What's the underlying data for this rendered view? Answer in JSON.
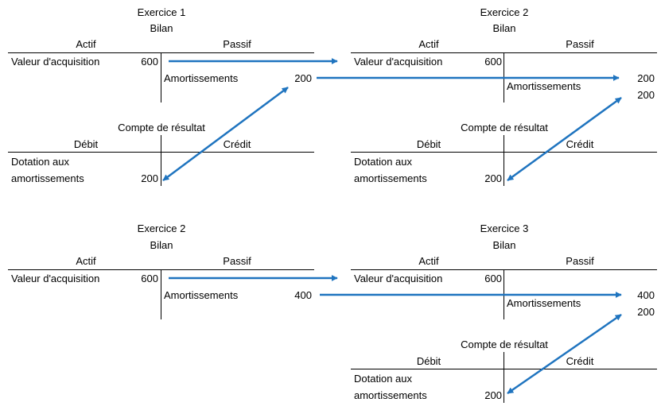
{
  "quadrants": [
    {
      "bilan": {
        "exercice": "Exercice 1",
        "title": "Bilan",
        "actif_header": "Actif",
        "passif_header": "Passif",
        "actif_label": "Valeur d'acquisition",
        "actif_value": "600",
        "passif_label": "Amortissements",
        "passif_value": "200"
      },
      "resultat": {
        "title": "Compte de résultat",
        "debit_header": "Débit",
        "credit_header": "Crédit",
        "line1": "Dotation aux",
        "line2": "amortissements",
        "value": "200"
      }
    },
    {
      "bilan": {
        "exercice": "Exercice 2",
        "title": "Bilan",
        "actif_header": "Actif",
        "passif_header": "Passif",
        "actif_label": "Valeur d'acquisition",
        "actif_value": "600",
        "passif_label": "Amortissements",
        "passif_value1": "200",
        "passif_value2": "200"
      },
      "resultat": {
        "title": "Compte de résultat",
        "debit_header": "Débit",
        "credit_header": "Crédit",
        "line1": "Dotation aux",
        "line2": "amortissements",
        "value": "200"
      }
    },
    {
      "bilan": {
        "exercice": "Exercice 2",
        "title": "Bilan",
        "actif_header": "Actif",
        "passif_header": "Passif",
        "actif_label": "Valeur d'acquisition",
        "actif_value": "600",
        "passif_label": "Amortissements",
        "passif_value": "400"
      }
    },
    {
      "bilan": {
        "exercice": "Exercice 3",
        "title": "Bilan",
        "actif_header": "Actif",
        "passif_header": "Passif",
        "actif_label": "Valeur d'acquisition",
        "actif_value": "600",
        "passif_label": "Amortissements",
        "passif_value1": "400",
        "passif_value2": "200"
      },
      "resultat": {
        "title": "Compte de résultat",
        "debit_header": "Débit",
        "credit_header": "Crédit",
        "line1": "Dotation aux",
        "line2": "amortissements",
        "value": "200"
      }
    }
  ],
  "colors": {
    "arrow": "#1f74bf",
    "line": "#000000"
  }
}
